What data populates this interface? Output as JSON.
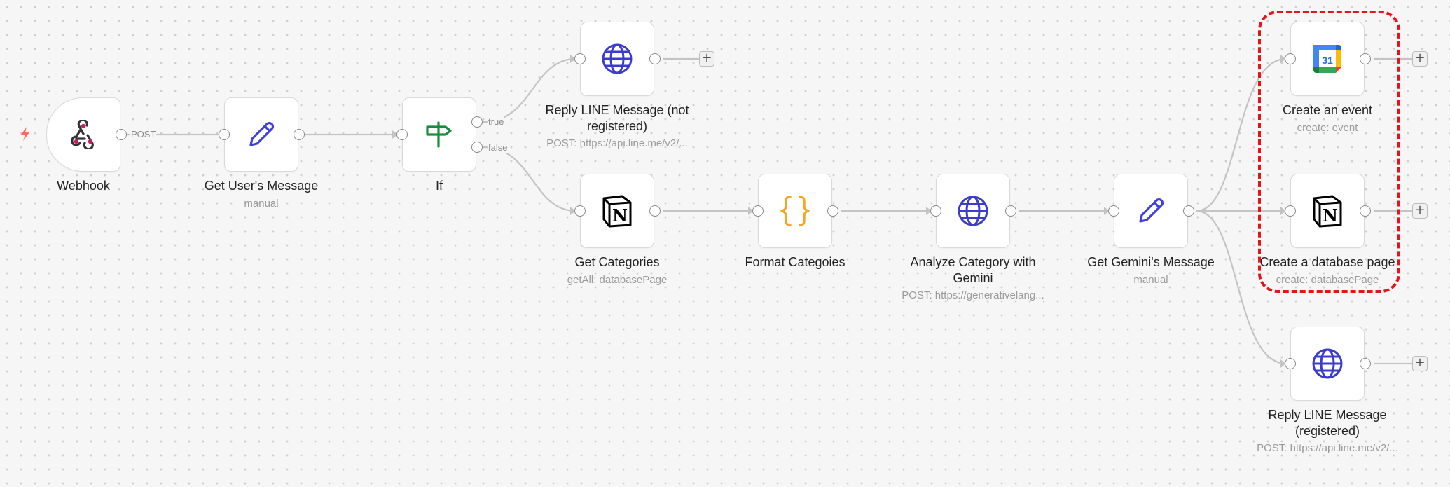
{
  "nodes": {
    "webhook": {
      "label": "Webhook",
      "sublabel": ""
    },
    "get_user_message": {
      "label": "Get User's Message",
      "sublabel": "manual"
    },
    "if": {
      "label": "If",
      "sublabel": ""
    },
    "reply_not_registered": {
      "label": "Reply LINE Message (not registered)",
      "sublabel": "POST: https://api.line.me/v2/..."
    },
    "get_categories": {
      "label": "Get Categories",
      "sublabel": "getAll: databasePage"
    },
    "format_categories": {
      "label": "Format Categoies",
      "sublabel": ""
    },
    "analyze_category": {
      "label": "Analyze Category with Gemini",
      "sublabel": "POST: https://generativelang..."
    },
    "get_gemini_message": {
      "label": "Get Gemini's Message",
      "sublabel": "manual"
    },
    "create_event": {
      "label": "Create an event",
      "sublabel": "create: event",
      "icon_text": "31"
    },
    "create_database_page": {
      "label": "Create a database page",
      "sublabel": "create: databasePage"
    },
    "reply_registered": {
      "label": "Reply LINE Message (registered)",
      "sublabel": "POST: https://api.line.me/v2/..."
    }
  },
  "edge_labels": {
    "post": "POST",
    "true": "true",
    "false": "false"
  },
  "add_button": "+",
  "colors": {
    "canvas_bg": "#f6f6f6",
    "selection": "#e6131a",
    "webhook_icon": "#c41e5c",
    "edit_icon": "#3d3fe0",
    "if_icon": "#1a8d3c",
    "globe_icon": "#3c3ccc",
    "code_icon": "#f5a623",
    "trigger_bolt": "#ff6b5b"
  }
}
